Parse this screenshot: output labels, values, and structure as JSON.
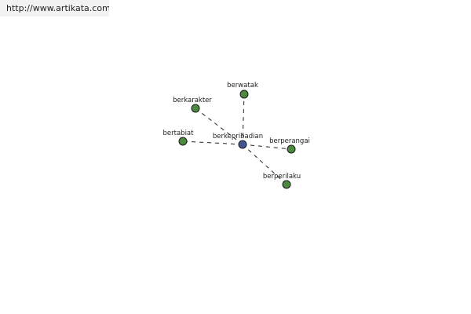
{
  "header": {
    "url": "http://www.artikata.com"
  },
  "graph": {
    "center": {
      "id": "center",
      "label": "berkepribadian",
      "color": "#3e5596"
    },
    "nodes": [
      {
        "id": "berwatak",
        "label": "berwatak",
        "color": "#4c8a3e"
      },
      {
        "id": "berkarakter",
        "label": "berkarakter",
        "color": "#4c8a3e"
      },
      {
        "id": "bertabiat",
        "label": "bertabiat",
        "color": "#4c8a3e"
      },
      {
        "id": "berperangai",
        "label": "berperangai",
        "color": "#4c8a3e"
      },
      {
        "id": "berperilaku",
        "label": "berperilaku",
        "color": "#4c8a3e"
      }
    ],
    "edges": [
      {
        "from": "center",
        "to": "berwatak"
      },
      {
        "from": "center",
        "to": "berkarakter"
      },
      {
        "from": "center",
        "to": "bertabiat"
      },
      {
        "from": "center",
        "to": "berperangai"
      },
      {
        "from": "center",
        "to": "berperilaku"
      }
    ]
  }
}
